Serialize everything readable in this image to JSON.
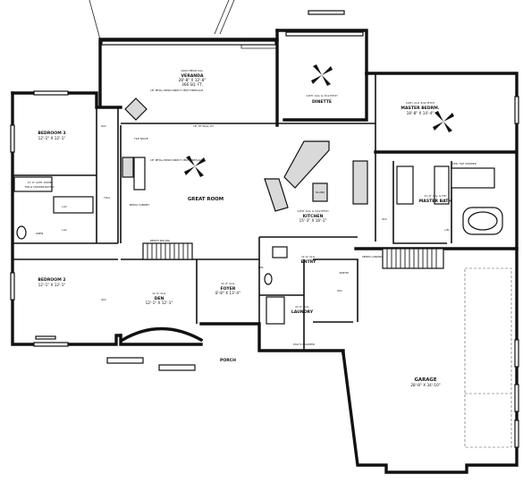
{
  "rooms": [
    {
      "key": "veranda",
      "lines": [
        "VAULT BEAM CLG.",
        "VERANDA",
        "28'-8\" X 12'-8\"",
        "366 SQ. FT."
      ]
    },
    {
      "key": "dinette",
      "lines": [
        "CATH. CLG. & 3/12 PITCH",
        "DINETTE"
      ]
    },
    {
      "key": "master_bedroom",
      "lines": [
        "CATH. CLG. 8/12 PITCH",
        "MASTER BEDRM.",
        "18'-8\" X 14'-4\""
      ]
    },
    {
      "key": "bedroom3",
      "lines": [
        "BEDROOM 3",
        "12'-1\" X 12'-1\""
      ]
    },
    {
      "key": "great_room",
      "lines": [
        "GREAT ROOM"
      ]
    },
    {
      "key": "kitchen",
      "lines": [
        "CATH. CLG. & 3/12 PITCH",
        "KITCHEN",
        "15'-3\" X 16'-1\""
      ]
    },
    {
      "key": "master_bath",
      "lines": [
        "11'-0\" CLG. & FOY",
        "MASTER BATH"
      ]
    },
    {
      "key": "bath2",
      "lines": [
        "11'-0\" CATH. DOME",
        "TUB & SHOWER BATH 2"
      ]
    },
    {
      "key": "bedroom2",
      "lines": [
        "BEDROOM 2",
        "12'-1\" X 12'-1\""
      ]
    },
    {
      "key": "den",
      "lines": [
        "11'-0\" CLG.",
        "DEN",
        "12'-1\" X 12'-1\""
      ]
    },
    {
      "key": "foyer",
      "lines": [
        "11'-0\" CLG.",
        "FOYER",
        "8'-8\" X 13'-4\""
      ]
    },
    {
      "key": "entry",
      "lines": [
        "11'-0\" CLG.",
        "ENTRY"
      ]
    },
    {
      "key": "laundry",
      "lines": [
        "11'-0\" CLG.",
        "LAUNDRY"
      ]
    },
    {
      "key": "garage",
      "lines": [
        "GARAGE",
        "28'-8\" X 34'-10\""
      ]
    }
  ],
  "labels": {
    "wic_bedroom3": "W/C",
    "wic_bedroom2": "W/C",
    "wic_master": "W/C",
    "wic_laundry": "W/C",
    "linen": "LINEN",
    "linen2": "LIN.",
    "lav1": "LAV",
    "lav2": "LAV",
    "hall": "HALL",
    "porch": "PORCH",
    "pdr": "PDR.",
    "pantry": "PANTRY",
    "island": "ISLAND",
    "media_cabinet": "MEDIA CABINET",
    "fireplace_top": "18\" PETAL PRISM DIRECT VENT FIREPLACE",
    "fireplace_mid": "18\" PETAL PRISM DIRECT VENT FIREPLACE",
    "tile_space": "TILE SPACE",
    "wall_ht": "18\" HT WALL HT.",
    "cer_tile_shower": "CER. TILE SHOWER",
    "polys_counter": "POLY'S COUNTER",
    "sends_landing": "SENDS LANDING",
    "bed_railing": "BENCH RAILING"
  }
}
